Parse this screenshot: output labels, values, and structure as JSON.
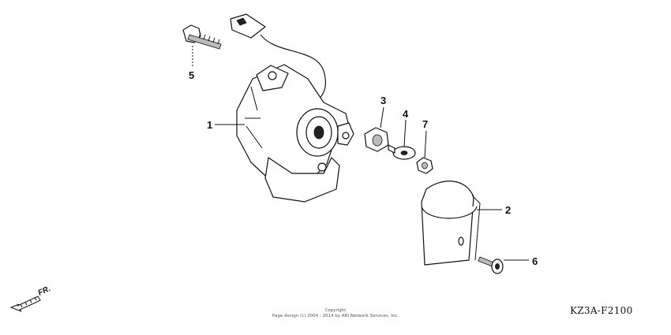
{
  "callouts": {
    "c1": "1",
    "c2": "2",
    "c3": "3",
    "c4": "4",
    "c5": "5",
    "c6": "6",
    "c7": "7"
  },
  "copyright": {
    "line1": "Copyright",
    "line2": "Page design (c) 2004 - 2014 by ARI Network Services, Inc."
  },
  "front_label": "FR.",
  "diagram_code": "KZ3A-F2100"
}
